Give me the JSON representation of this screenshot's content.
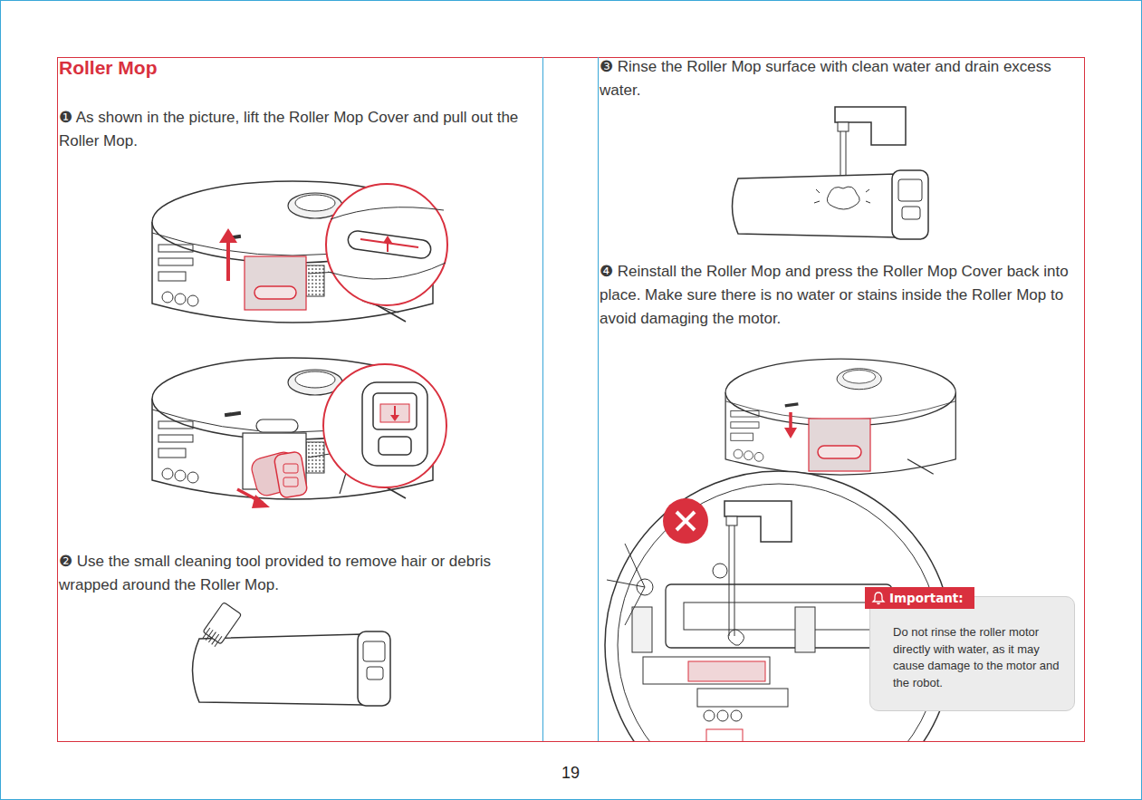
{
  "diagram": {
    "title": "Roller Mop",
    "nodes": [
      {
        "text": [
          "Important:",
          "Do not rinse the roller motor directly with water, as it may cause damage to the motor and the robot."
        ]
      }
    ],
    "labels": [
      "❶ As shown in the picture, lift the Roller Mop Cover and pull out the Roller Mop.",
      "❷ Use the small cleaning tool provided to remove hair or debris wrapped around the Roller Mop.",
      "❸ Rinse the Roller Mop surface with clean water and drain excess water.",
      "❹ Reinstall the Roller Mop and press the Roller Mop Cover back into place. Make sure there is no water or stains inside the Roller Mop to avoid damaging the motor.",
      "19"
    ]
  }
}
